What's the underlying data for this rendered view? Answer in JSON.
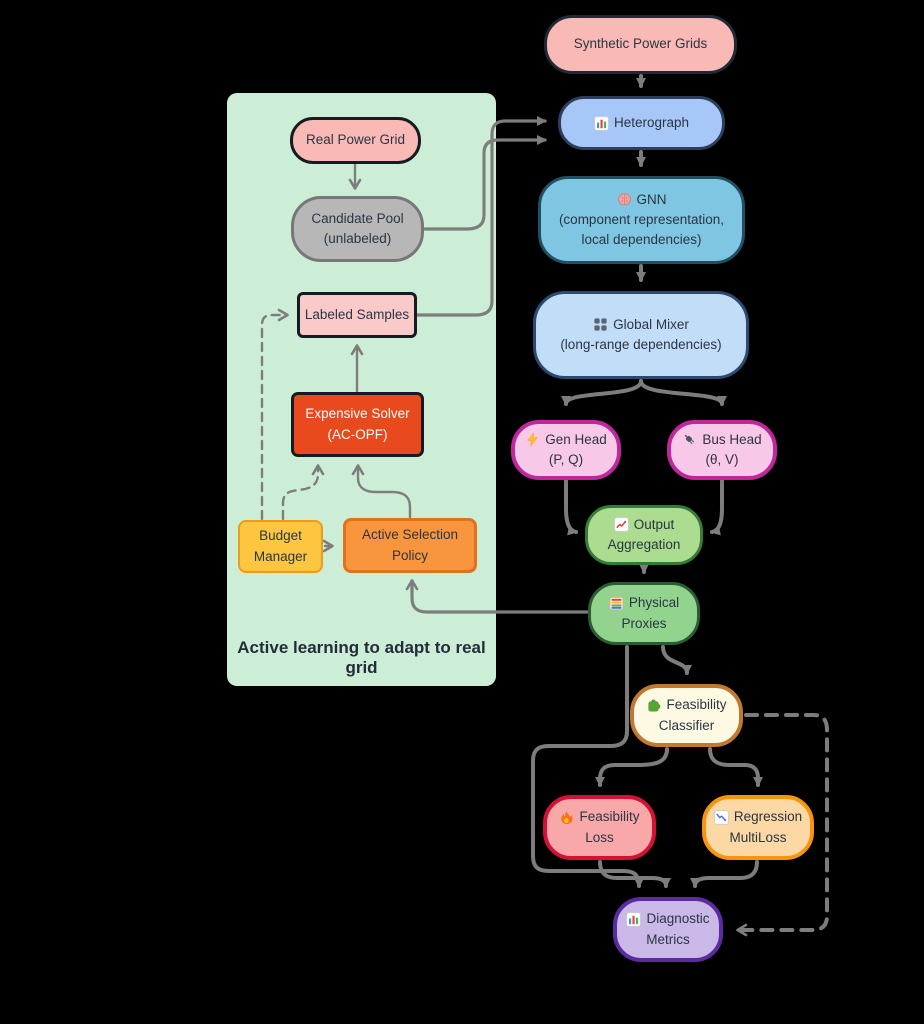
{
  "diagram": {
    "caption": "Active learning to adapt to real grid",
    "nodes": {
      "synthetic": {
        "label": "Synthetic Power Grids"
      },
      "heterograph": {
        "label": "Heterograph",
        "icon": "bar-chart-icon"
      },
      "gnn": {
        "line1": "GNN",
        "line2": "(component representation,",
        "line3": "local dependencies)",
        "icon": "brain-icon"
      },
      "global_mixer": {
        "line1": "Global Mixer",
        "line2": "(long-range dependencies)",
        "icon": "grid-dots-icon"
      },
      "gen_head": {
        "line1": "Gen Head",
        "line2": "(P, Q)",
        "icon": "lightning-icon"
      },
      "bus_head": {
        "line1": "Bus Head",
        "line2": "(θ, V)",
        "icon": "plug-icon"
      },
      "output_aggregation": {
        "line1": "Output",
        "line2": "Aggregation",
        "icon": "chart-up-icon"
      },
      "physical_proxies": {
        "line1": "Physical",
        "line2": "Proxies",
        "icon": "abacus-icon"
      },
      "feasibility_classifier": {
        "line1": "Feasibility",
        "line2": "Classifier",
        "icon": "puzzle-icon"
      },
      "feasibility_loss": {
        "line1": "Feasibility",
        "line2": "Loss",
        "icon": "fire-icon"
      },
      "regression_multiloss": {
        "line1": "Regression",
        "line2": "MultiLoss",
        "icon": "chart-down-icon"
      },
      "diagnostic_metrics": {
        "line1": "Diagnostic",
        "line2": "Metrics",
        "icon": "bar-chart-icon"
      },
      "real_power_grid": {
        "label": "Real Power Grid"
      },
      "candidate_pool": {
        "line1": "Candidate Pool",
        "line2": "(unlabeled)"
      },
      "labeled_samples": {
        "label": "Labeled Samples"
      },
      "expensive_solver": {
        "line1": "Expensive Solver",
        "line2": "(AC-OPF)"
      },
      "budget_manager": {
        "line1": "Budget",
        "line2": "Manager"
      },
      "active_selection_policy": {
        "line1": "Active Selection",
        "line2": "Policy"
      }
    },
    "colors": {
      "background": "#000000",
      "panel_bg": "#cdeed6",
      "arrow_gray": "#7d7d7d",
      "synthetic_bg": "#f9b9b5",
      "heterograph_bg": "#a6c7f8",
      "gnn_bg": "#7fc6e2",
      "global_mixer_bg": "#c2ddf8",
      "head_bg": "#f8c8e8",
      "head_border": "#c0279c",
      "output_agg_bg": "#abdc8f",
      "physical_proxies_bg": "#92d48e",
      "feasibility_classifier_bg": "#fdf9e3",
      "feasibility_classifier_border": "#bf7931",
      "feasibility_loss_bg": "#f8a8a8",
      "feasibility_loss_border": "#d41235",
      "regression_multiloss_bg": "#fcd8a4",
      "regression_multiloss_border": "#f79511",
      "diagnostic_metrics_bg": "#c9b8e8",
      "diagnostic_metrics_border": "#5a2ca0",
      "expensive_solver_bg": "#e8491d",
      "budget_manager_bg": "#fdc640",
      "active_selection_bg": "#f8953d",
      "candidate_pool_bg": "#b7b7b7"
    }
  }
}
